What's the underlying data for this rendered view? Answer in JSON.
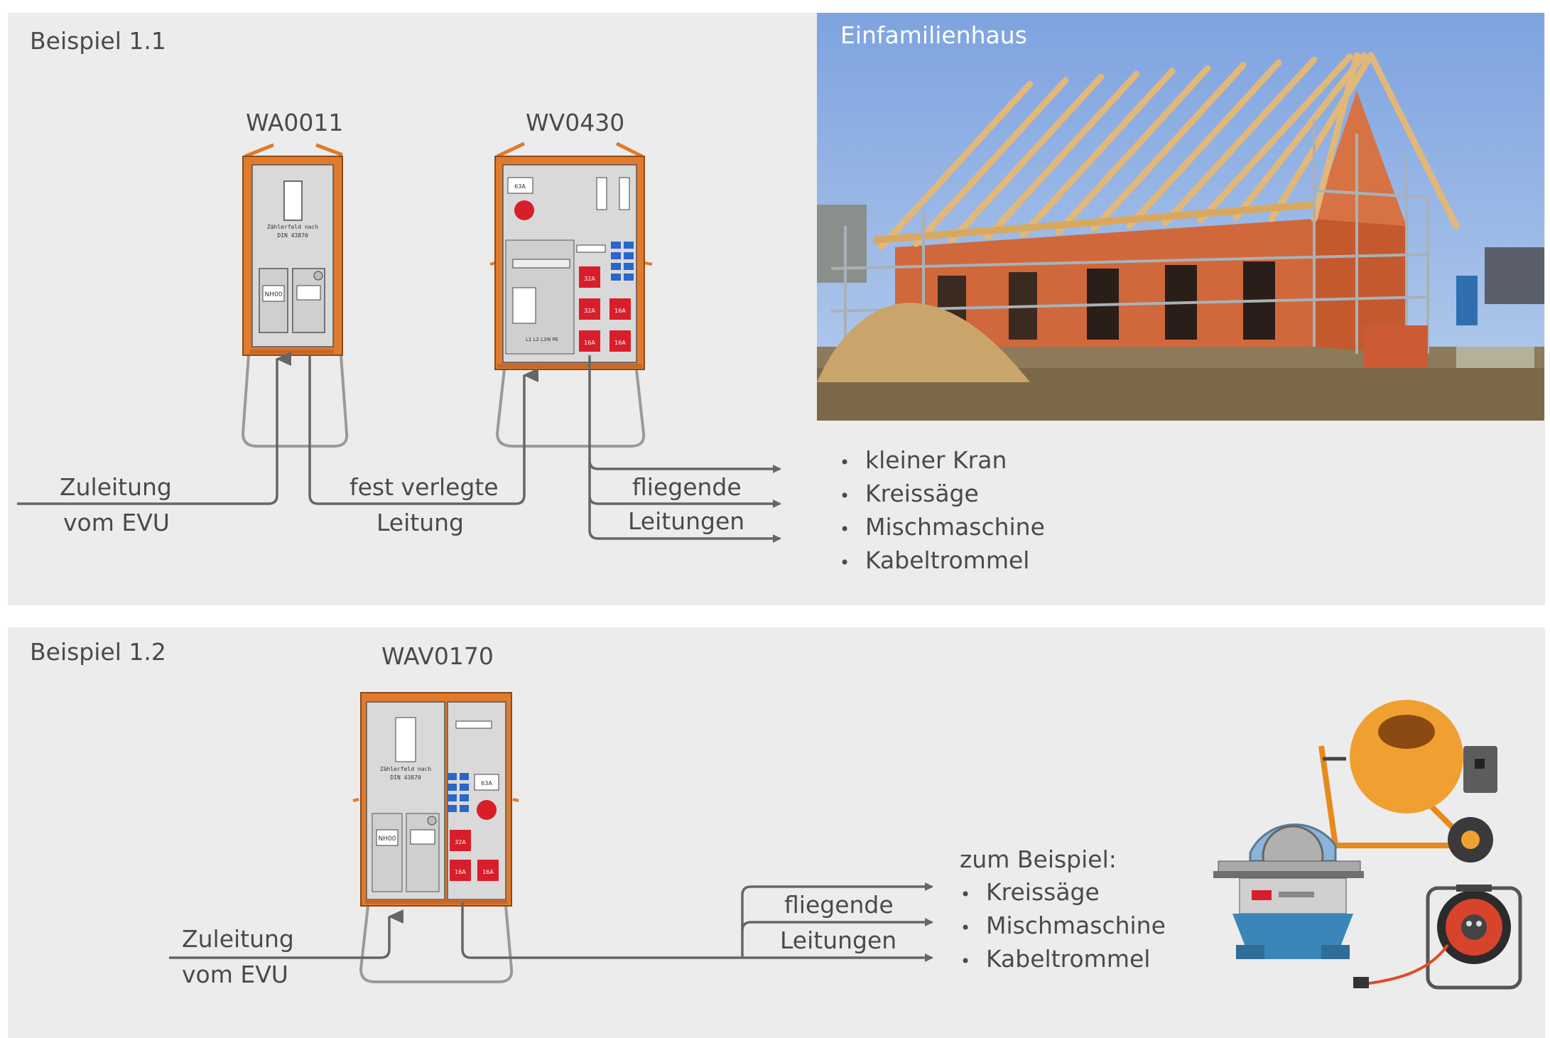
{
  "example1": {
    "title": "Beispiel 1.1",
    "device_a": "WA0011",
    "device_b": "WV0430",
    "supply_line": [
      "Zuleitung",
      "vom EVU"
    ],
    "fixed_line": [
      "fest verlegte",
      "Leitung"
    ],
    "flying_lines": [
      "fliegende",
      "Leitungen"
    ],
    "photo_title": "Einfamilienhaus",
    "consumers": [
      "kleiner Kran",
      "Kreissäge",
      "Mischmaschine",
      "Kabeltrommel"
    ],
    "cabinet_a_texts": {
      "meter_label": "Zählerfeld nach",
      "meter_norm": "DIN 43870",
      "fuse": "NH00"
    },
    "cabinet_b_texts": {
      "main": "63A",
      "s1": "32A",
      "s2": "32A",
      "s3": "16A",
      "s4": "16A",
      "s5": "16A",
      "terminals": "L1 L2 L3",
      "npe": "N PE"
    }
  },
  "example2": {
    "title": "Beispiel 1.2",
    "device": "WAV0170",
    "supply_line": [
      "Zuleitung",
      "vom EVU"
    ],
    "flying_lines": [
      "fliegende",
      "Leitungen"
    ],
    "intro": "zum Beispiel:",
    "consumers": [
      "Kreissäge",
      "Mischmaschine",
      "Kabeltrommel"
    ],
    "cabinet_texts": {
      "meter_label": "Zählerfeld nach",
      "meter_norm": "DIN 43870",
      "fuse": "NH00",
      "main": "63A",
      "s1": "32A",
      "s2": "16A",
      "s3": "16A"
    }
  },
  "colors": {
    "panel": "#ececec",
    "cabinet": "#e07a2c",
    "cabinet_inner": "#d9d9d9",
    "line": "#666666",
    "socket_red": "#d81e2a",
    "socket_blue": "#2a66c8",
    "mixer": "#f0a030",
    "saw_blue": "#3a86b8",
    "sky": "#8fb0e0"
  }
}
